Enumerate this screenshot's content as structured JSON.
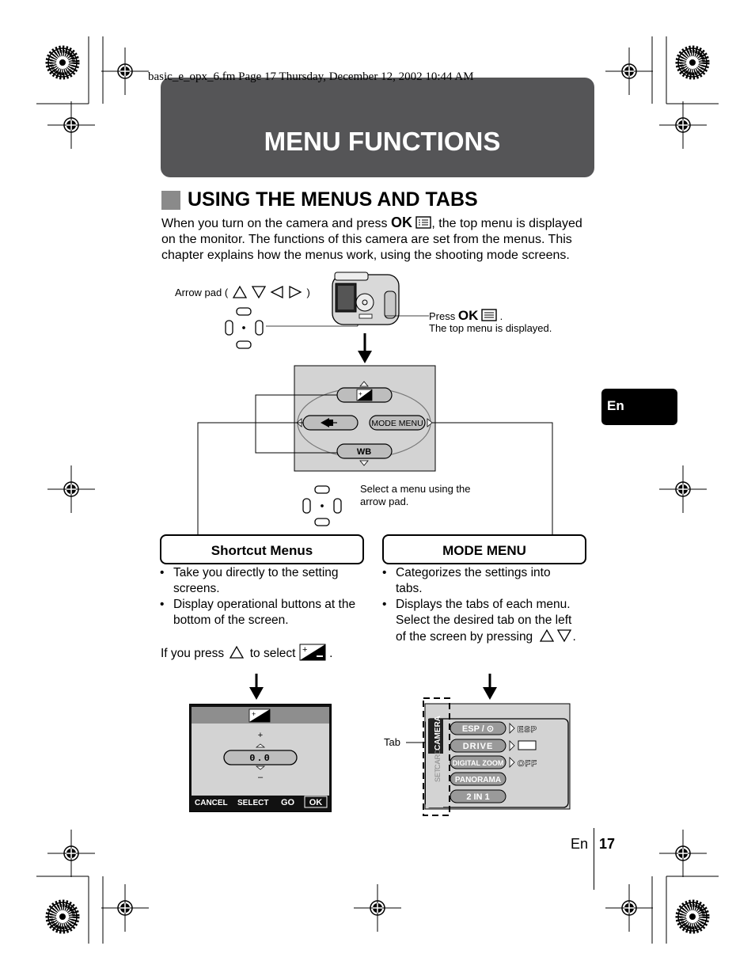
{
  "header_line": "basic_e_opx_6.fm  Page 17  Thursday, December 12, 2002  10:44 AM",
  "title": "MENU FUNCTIONS",
  "section_title": "USING THE MENUS AND TABS",
  "intro": {
    "line1_a": "When you turn on the camera and press",
    "ok": "OK",
    "line1_b": ", the top menu is displayed",
    "line2": "on the monitor. The functions of this camera are set from the menus. This",
    "line3": "chapter explains how the menus work, using the shooting mode screens."
  },
  "arrow_pad_label": "Arrow pad (",
  "arrow_pad_close": ")",
  "press_label": "Press",
  "press_ok": "OK",
  "press_dot": ".",
  "top_menu_displayed": "The top menu is displayed.",
  "top_menu_items": {
    "mode_menu": "MODE  MENU",
    "wb": "WB"
  },
  "select_menu_line1": "Select a menu using the",
  "select_menu_line2": "arrow pad.",
  "side_tab": "En",
  "shortcut": {
    "heading": "Shortcut Menus",
    "bullets": [
      "Take you directly to the setting screens.",
      "Display operational buttons at the bottom of the screen."
    ],
    "bullet_lines": [
      [
        "Take you directly to the setting",
        "screens."
      ],
      [
        "Display operational buttons at the",
        "bottom of the screen."
      ]
    ],
    "if_press": "If you press",
    "to_select": "to select",
    "end_dot": "."
  },
  "mode_menu": {
    "heading": "MODE MENU",
    "bullet_lines": [
      [
        "Categorizes the settings into",
        "tabs."
      ],
      [
        "Displays the tabs of each menu.",
        "Select the desired tab on the left",
        "of the screen by pressing"
      ]
    ],
    "end_dot": "."
  },
  "exposure_screen": {
    "plus": "+",
    "value": "0.0",
    "minus": "–",
    "cancel": "CANCEL",
    "select": "SELECT",
    "go": "GO",
    "ok": "OK"
  },
  "mode_screen": {
    "tab_label": "Tab",
    "tabs": [
      "CAMERA",
      "SET",
      "CARD"
    ],
    "items": [
      {
        "label": "ESP / ⊙",
        "value": "ESP"
      },
      {
        "label": "DRIVE",
        "value": ""
      },
      {
        "label": "DIGITAL  ZOOM",
        "value": "OFF"
      },
      {
        "label": "PANORAMA",
        "value": ""
      },
      {
        "label": "2  IN  1",
        "value": ""
      }
    ]
  },
  "footer": {
    "lang": "En",
    "page": "17"
  }
}
